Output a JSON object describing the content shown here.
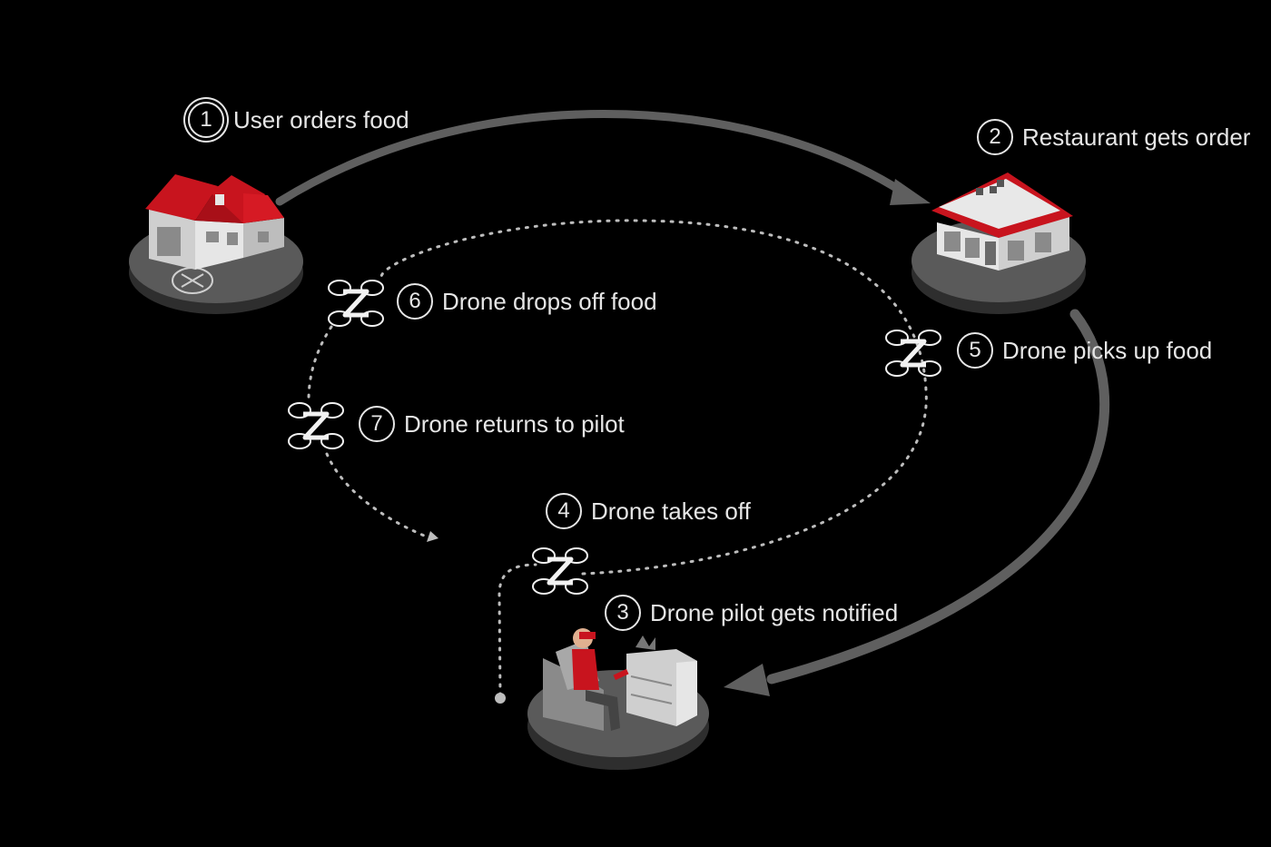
{
  "steps": [
    {
      "num": "1",
      "label": "User orders food"
    },
    {
      "num": "2",
      "label": "Restaurant gets order"
    },
    {
      "num": "3",
      "label": "Drone pilot gets notified"
    },
    {
      "num": "4",
      "label": "Drone takes off"
    },
    {
      "num": "5",
      "label": "Drone picks up food"
    },
    {
      "num": "6",
      "label": "Drone drops off food"
    },
    {
      "num": "7",
      "label": "Drone returns to pilot"
    }
  ],
  "colors": {
    "background": "#000000",
    "accent_red": "#c8141e",
    "arrow_gray": "#6a6a6a",
    "dotted_path": "#bdbdbd",
    "platform": "#5a5a5a",
    "text": "#e6e6e6"
  },
  "icons": [
    "house-icon",
    "restaurant-icon",
    "pilot-icon",
    "drone-icon",
    "order-arrow-icon"
  ]
}
